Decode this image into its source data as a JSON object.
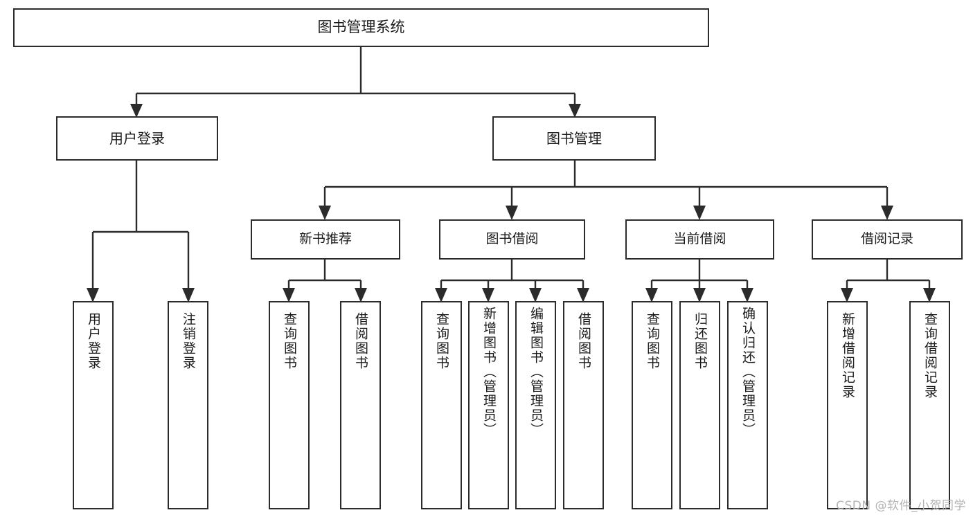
{
  "diagram": {
    "type": "tree-hierarchy-chart",
    "title": "图书管理系统",
    "watermark": "CSDN @软件_小贺同学",
    "root": {
      "label": "图书管理系统"
    },
    "level1": [
      {
        "label": "用户登录"
      },
      {
        "label": "图书管理"
      }
    ],
    "level2": [
      {
        "label": "新书推荐"
      },
      {
        "label": "图书借阅"
      },
      {
        "label": "当前借阅"
      },
      {
        "label": "借阅记录"
      }
    ],
    "leaves": [
      {
        "label": "用户登录",
        "parent": "用户登录"
      },
      {
        "label": "注销登录",
        "parent": "用户登录"
      },
      {
        "label": "查询图书",
        "parent": "新书推荐"
      },
      {
        "label": "借阅图书",
        "parent": "新书推荐"
      },
      {
        "label": "查询图书",
        "parent": "图书借阅"
      },
      {
        "label": "新增图书（管理员）",
        "parent": "图书借阅"
      },
      {
        "label": "编辑图书（管理员）",
        "parent": "图书借阅"
      },
      {
        "label": "借阅图书",
        "parent": "图书借阅"
      },
      {
        "label": "查询图书",
        "parent": "当前借阅"
      },
      {
        "label": "归还图书",
        "parent": "当前借阅"
      },
      {
        "label": "确认归还（管理员）",
        "parent": "当前借阅"
      },
      {
        "label": "新增借阅记录",
        "parent": "借阅记录"
      },
      {
        "label": "查询借阅记录",
        "parent": "借阅记录"
      }
    ],
    "colors": {
      "stroke": "#2b2b2b",
      "fill": "#ffffff",
      "text": "#1a1a1a",
      "watermark": "#b4b4b4"
    }
  }
}
